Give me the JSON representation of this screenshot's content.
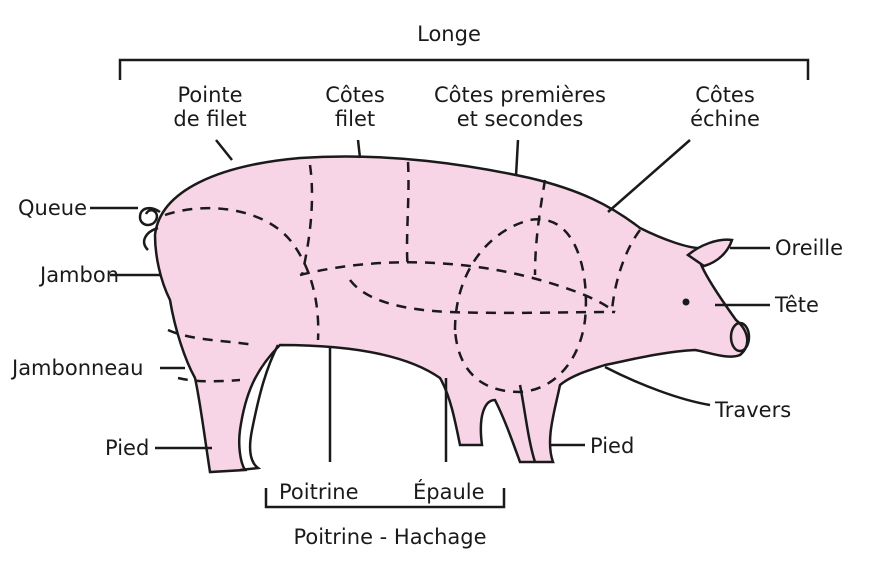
{
  "title": "Longe",
  "labels": {
    "pointe_filet": [
      "Pointe",
      "de filet"
    ],
    "cotes_filet": [
      "Côtes",
      "filet"
    ],
    "cotes_premieres": [
      "Côtes premières",
      "et secondes"
    ],
    "cotes_echine": [
      "Côtes",
      "échine"
    ],
    "queue": "Queue",
    "jambon": "Jambon",
    "jambonneau": "Jambonneau",
    "pied_arriere": "Pied",
    "oreille": "Oreille",
    "tete": "Tête",
    "travers": "Travers",
    "pied_avant": "Pied",
    "poitrine": "Poitrine",
    "epaule": "Épaule",
    "bottom_group": "Poitrine - Hachage"
  },
  "colors": {
    "body_fill": "#f7d5e6",
    "line": "#1a1a1a",
    "text": "#1a1a1a"
  }
}
